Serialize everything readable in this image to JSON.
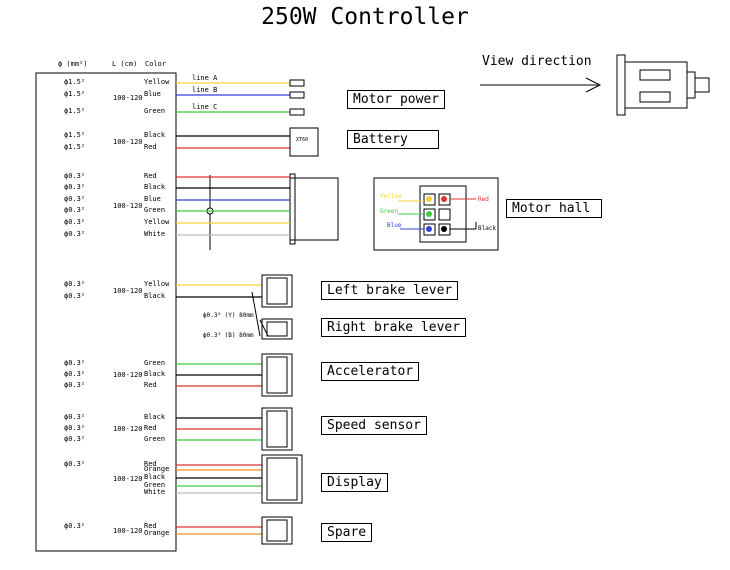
{
  "title": "250W Controller",
  "headers": {
    "diameter": "ϕ (mm²)",
    "length": "L (cm)",
    "color": "Color"
  },
  "view_direction": "View direction",
  "groups": [
    {
      "name": "Motor power",
      "length": "100-120",
      "wires": [
        {
          "d": "ϕ1.5²",
          "color": "Yellow",
          "line": "line A",
          "hex": "#f2d23c"
        },
        {
          "d": "ϕ1.5²",
          "color": "Blue",
          "line": "line B",
          "hex": "#3340d8"
        },
        {
          "d": "ϕ1.5²",
          "color": "Green",
          "line": "line C",
          "hex": "#3fcc3f"
        }
      ]
    },
    {
      "name": "Battery",
      "length": "100-120",
      "wires": [
        {
          "d": "ϕ1.5²",
          "color": "Black",
          "hex": "#000000"
        },
        {
          "d": "ϕ1.5²",
          "color": "Red",
          "hex": "#e03030"
        }
      ]
    },
    {
      "name": "Motor hall",
      "length": "100-120",
      "wires": [
        {
          "d": "ϕ0.3²",
          "color": "Red",
          "hex": "#e03030"
        },
        {
          "d": "ϕ0.3²",
          "color": "Black",
          "hex": "#000000"
        },
        {
          "d": "ϕ0.3²",
          "color": "Blue",
          "hex": "#3340d8"
        },
        {
          "d": "ϕ0.3²",
          "color": "Green",
          "hex": "#3fcc3f"
        },
        {
          "d": "ϕ0.3²",
          "color": "Yellow",
          "hex": "#f2d23c"
        },
        {
          "d": "ϕ0.3²",
          "color": "White",
          "hex": "#bbbbbb"
        }
      ]
    },
    {
      "name": "Left brake lever",
      "length": "100-120",
      "wires": [
        {
          "d": "ϕ0.3²",
          "color": "Yellow",
          "hex": "#f2d23c"
        },
        {
          "d": "ϕ0.3²",
          "color": "Black",
          "hex": "#000000"
        }
      ]
    },
    {
      "name": "Right brake lever",
      "length": "",
      "wires": []
    },
    {
      "name": "Accelerator",
      "length": "100-120",
      "wires": [
        {
          "d": "ϕ0.3²",
          "color": "Green",
          "hex": "#3fcc3f"
        },
        {
          "d": "ϕ0.3²",
          "color": "Black",
          "hex": "#000000"
        },
        {
          "d": "ϕ0.3²",
          "color": "Red",
          "hex": "#e03030"
        }
      ]
    },
    {
      "name": "Speed sensor",
      "length": "100-120",
      "wires": [
        {
          "d": "ϕ0.3²",
          "color": "Black",
          "hex": "#000000"
        },
        {
          "d": "ϕ0.3²",
          "color": "Red",
          "hex": "#e03030"
        },
        {
          "d": "ϕ0.3²",
          "color": "Green",
          "hex": "#3fcc3f"
        }
      ]
    },
    {
      "name": "Display",
      "length": "100-120",
      "wires": [
        {
          "d": "ϕ0.3²",
          "color": "Red",
          "hex": "#e03030"
        },
        {
          "d": "",
          "color": "Orange",
          "hex": "#f09020"
        },
        {
          "d": "",
          "color": "Black",
          "hex": "#000000"
        },
        {
          "d": "",
          "color": "Green",
          "hex": "#3fcc3f"
        },
        {
          "d": "",
          "color": "White",
          "hex": "#bbbbbb"
        }
      ]
    },
    {
      "name": "Spare",
      "length": "100-120",
      "wires": [
        {
          "d": "ϕ0.3²",
          "color": "Red",
          "hex": "#e03030"
        },
        {
          "d": "",
          "color": "Orange",
          "hex": "#f09020"
        }
      ]
    }
  ],
  "brake_notes": [
    "ϕ0.3² (Y) 80mm",
    "ϕ0.3² (B) 80mm"
  ],
  "battery_connector_label": "XT60",
  "motor_hall_detail": {
    "yellow": "Yellow",
    "green": "Green",
    "blue": "Blue",
    "red": "Red",
    "black": "Black"
  }
}
